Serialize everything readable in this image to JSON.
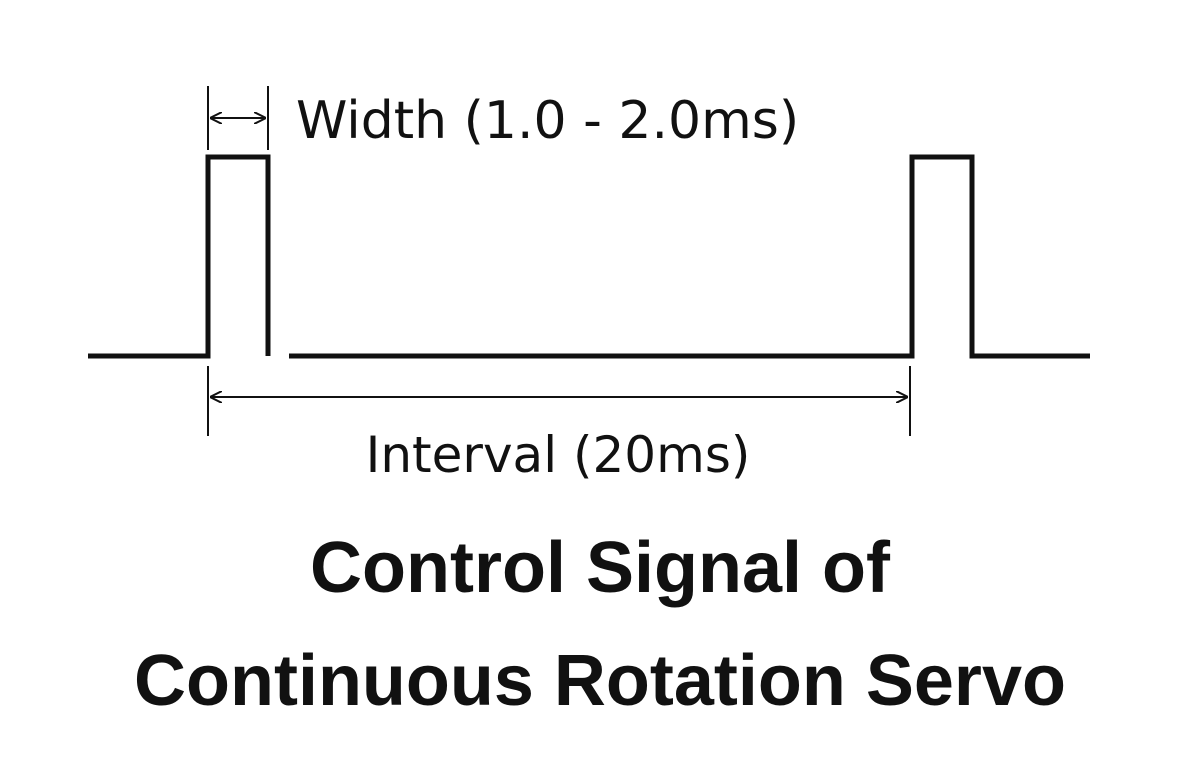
{
  "diagram": {
    "width_label": "Width (1.0 - 2.0ms)",
    "interval_label": "Interval (20ms)",
    "title_line_1": "Control Signal of",
    "title_line_2": "Continuous Rotation Servo",
    "stroke_color": "#111111",
    "background_color": "#ffffff"
  }
}
